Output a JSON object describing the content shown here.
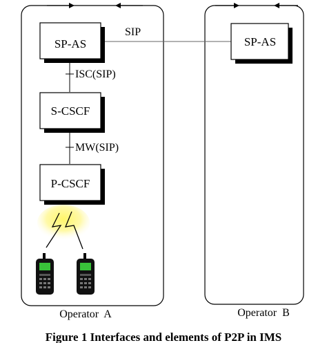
{
  "diagram": {
    "nodes": {
      "sp_as_a": "SP-AS",
      "s_cscf": "S-CSCF",
      "p_cscf": "P-CSCF",
      "sp_as_b": "SP-AS"
    },
    "interfaces": {
      "sip": "SIP",
      "isc": "ISC(SIP)",
      "mw": "MW(SIP)"
    },
    "operators": {
      "a": "Operator  A",
      "b": "Operator  B"
    },
    "caption": "Figure 1  Interfaces and elements of P2P in IMS"
  }
}
